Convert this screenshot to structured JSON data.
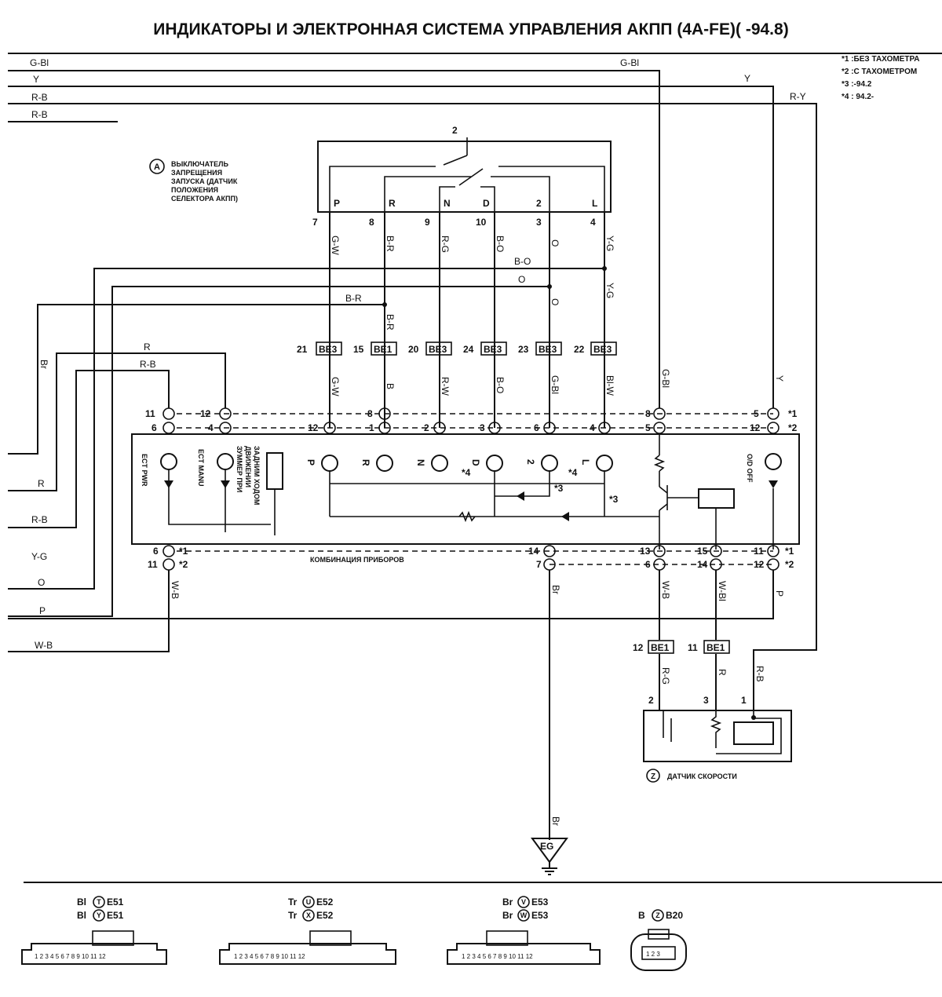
{
  "title": "ИНДИКАТОРЫ И ЭЛЕКТРОННАЯ СИСТЕМА УПРАВЛЕНИЯ АКПП (4A-FE)( -94.8)",
  "notes": [
    "*1 :БЕЗ ТАХОМЕТРА",
    "*2 :С ТАХОМЕТРОМ",
    "*3 :-94.2",
    "*4 : 94.2-"
  ],
  "left_bus": [
    "G-Bl",
    "Y",
    "R-B",
    "R-B"
  ],
  "top_right_wires": {
    "gbl": "G-Bl",
    "y": "Y",
    "ry": "R-Y"
  },
  "switch": {
    "marker": "A",
    "caption": [
      "ВЫКЛЮЧАТЕЛЬ",
      "ЗАПРЕЩЕНИЯ",
      "ЗАПУСКА (ДАТЧИК",
      "ПОЛОЖЕНИЯ",
      "СЕЛЕКТОРА АКПП)"
    ],
    "top_pin": "2",
    "positions": [
      "P",
      "R",
      "N",
      "D",
      "2",
      "L"
    ],
    "pins": [
      "7",
      "8",
      "9",
      "10",
      "3",
      "4"
    ],
    "wires": [
      "G-W",
      "B-R",
      "R-G",
      "B-O",
      "O",
      "Y-G"
    ]
  },
  "cross_wires": {
    "bo": "B-O",
    "o": "O",
    "br": "B-R",
    "r": "R",
    "rb": "R-B",
    "o2": "O",
    "yg": "Y-G",
    "br2": "B-R"
  },
  "be_connectors": [
    {
      "pin": "21",
      "id": "BE3",
      "wire": "G-W"
    },
    {
      "pin": "15",
      "id": "BE1",
      "wire": "B"
    },
    {
      "pin": "20",
      "id": "BE3",
      "wire": "R-W"
    },
    {
      "pin": "24",
      "id": "BE3",
      "wire": "B-O"
    },
    {
      "pin": "23",
      "id": "BE3",
      "wire": "G-Bl"
    },
    {
      "pin": "22",
      "id": "BE3",
      "wire": "Bl-W"
    }
  ],
  "vertical_labels": {
    "gbl": "G-Bl",
    "y": "Y",
    "wb": "W-B",
    "br": "Br",
    "wb2": "W-B",
    "wbl": "W-Bl",
    "p": "P",
    "rg": "R-G",
    "r": "R",
    "rb": "R-B"
  },
  "cluster_pins_top1": [
    "11",
    "12",
    "8",
    "8",
    "5"
  ],
  "cluster_pins_top2": [
    "6",
    "4",
    "12",
    "1",
    "2",
    "3",
    "6",
    "4",
    "5",
    "12"
  ],
  "cluster_pins_bottom1": [
    "6",
    "14",
    "13",
    "15",
    "11"
  ],
  "cluster_pins_bottom2": [
    "11",
    "7",
    "6",
    "14",
    "12"
  ],
  "star_marks": {
    "s1": "*1",
    "s2": "*2",
    "s3": "*3",
    "s4": "*4"
  },
  "cluster_lamps": [
    "ECT PWR",
    "ECT MANU",
    "P",
    "R",
    "N",
    "D",
    "2",
    "L",
    "O/D OFF"
  ],
  "buzzer_label": [
    "ЗУММЕР ПРИ",
    "ДВИЖЕНИИ",
    "ЗАДНИМ ХОДОМ"
  ],
  "cluster_name": "КОМБИНАЦИЯ ПРИБОРОВ",
  "left_outputs": [
    "R",
    "R-B",
    "Y-G",
    "O",
    "P",
    "W-B"
  ],
  "speed_connectors": [
    {
      "pin": "12",
      "id": "BE1"
    },
    {
      "pin": "11",
      "id": "BE1"
    }
  ],
  "speed_sensor": {
    "marker": "Z",
    "name": "ДАТЧИК СКОРОСТИ",
    "pins": [
      "2",
      "3",
      "1"
    ]
  },
  "ground": "EG",
  "connector_legend": [
    {
      "lines": [
        {
          "color": "Bl",
          "letter": "T",
          "code": "E51"
        },
        {
          "color": "Bl",
          "letter": "Y",
          "code": "E51"
        }
      ],
      "pins": "1 2 3 4 5 6 7 8 9 10 11 12"
    },
    {
      "lines": [
        {
          "color": "Tr",
          "letter": "U",
          "code": "E52"
        },
        {
          "color": "Tr",
          "letter": "X",
          "code": "E52"
        }
      ],
      "pins": "1 2 3 4 5 6 7 8 9 10 11 12"
    },
    {
      "lines": [
        {
          "color": "Br",
          "letter": "V",
          "code": "E53"
        },
        {
          "color": "Br",
          "letter": "W",
          "code": "E53"
        }
      ],
      "pins": "1 2 3 4 5 6 7 8 9 10 11 12"
    },
    {
      "lines": [
        {
          "color": "B",
          "letter": "Z",
          "code": "B20"
        }
      ],
      "pins": "1 2 3"
    }
  ]
}
